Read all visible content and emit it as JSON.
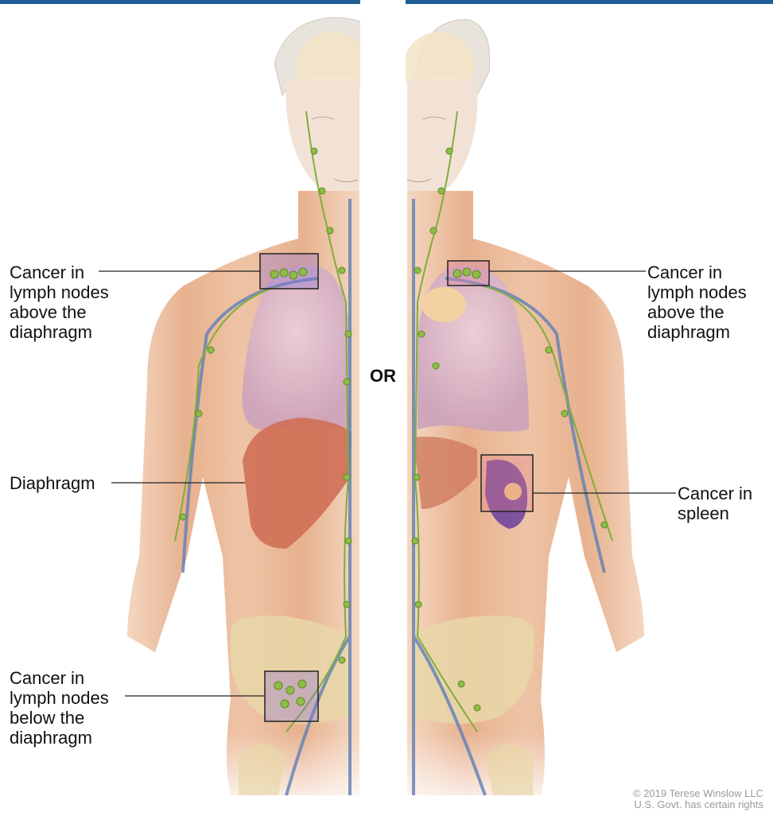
{
  "labels": {
    "left_above": "Cancer in\nlymph nodes\nabove the\ndiaphragm",
    "diaphragm": "Diaphragm",
    "left_below": "Cancer in\nlymph nodes\nbelow the\ndiaphragm",
    "right_above": "Cancer in\nlymph nodes\nabove the\ndiaphragm",
    "spleen": "Cancer in\nspleen",
    "or": "OR"
  },
  "credit": {
    "line1": "© 2019 Terese Winslow LLC",
    "line2": "U.S. Govt. has certain rights"
  },
  "colors": {
    "skin": "#e9b896",
    "lung": "#dcb7cf",
    "diaphragm": "#cf6f55",
    "lymph": "#7fae3a",
    "vessel": "#5f7fb7",
    "highlight_box": "#8d6fd6",
    "spleen": "#6b3f9e",
    "pelvis": "#e8d7a8",
    "top_bar": "#1f5f96"
  }
}
